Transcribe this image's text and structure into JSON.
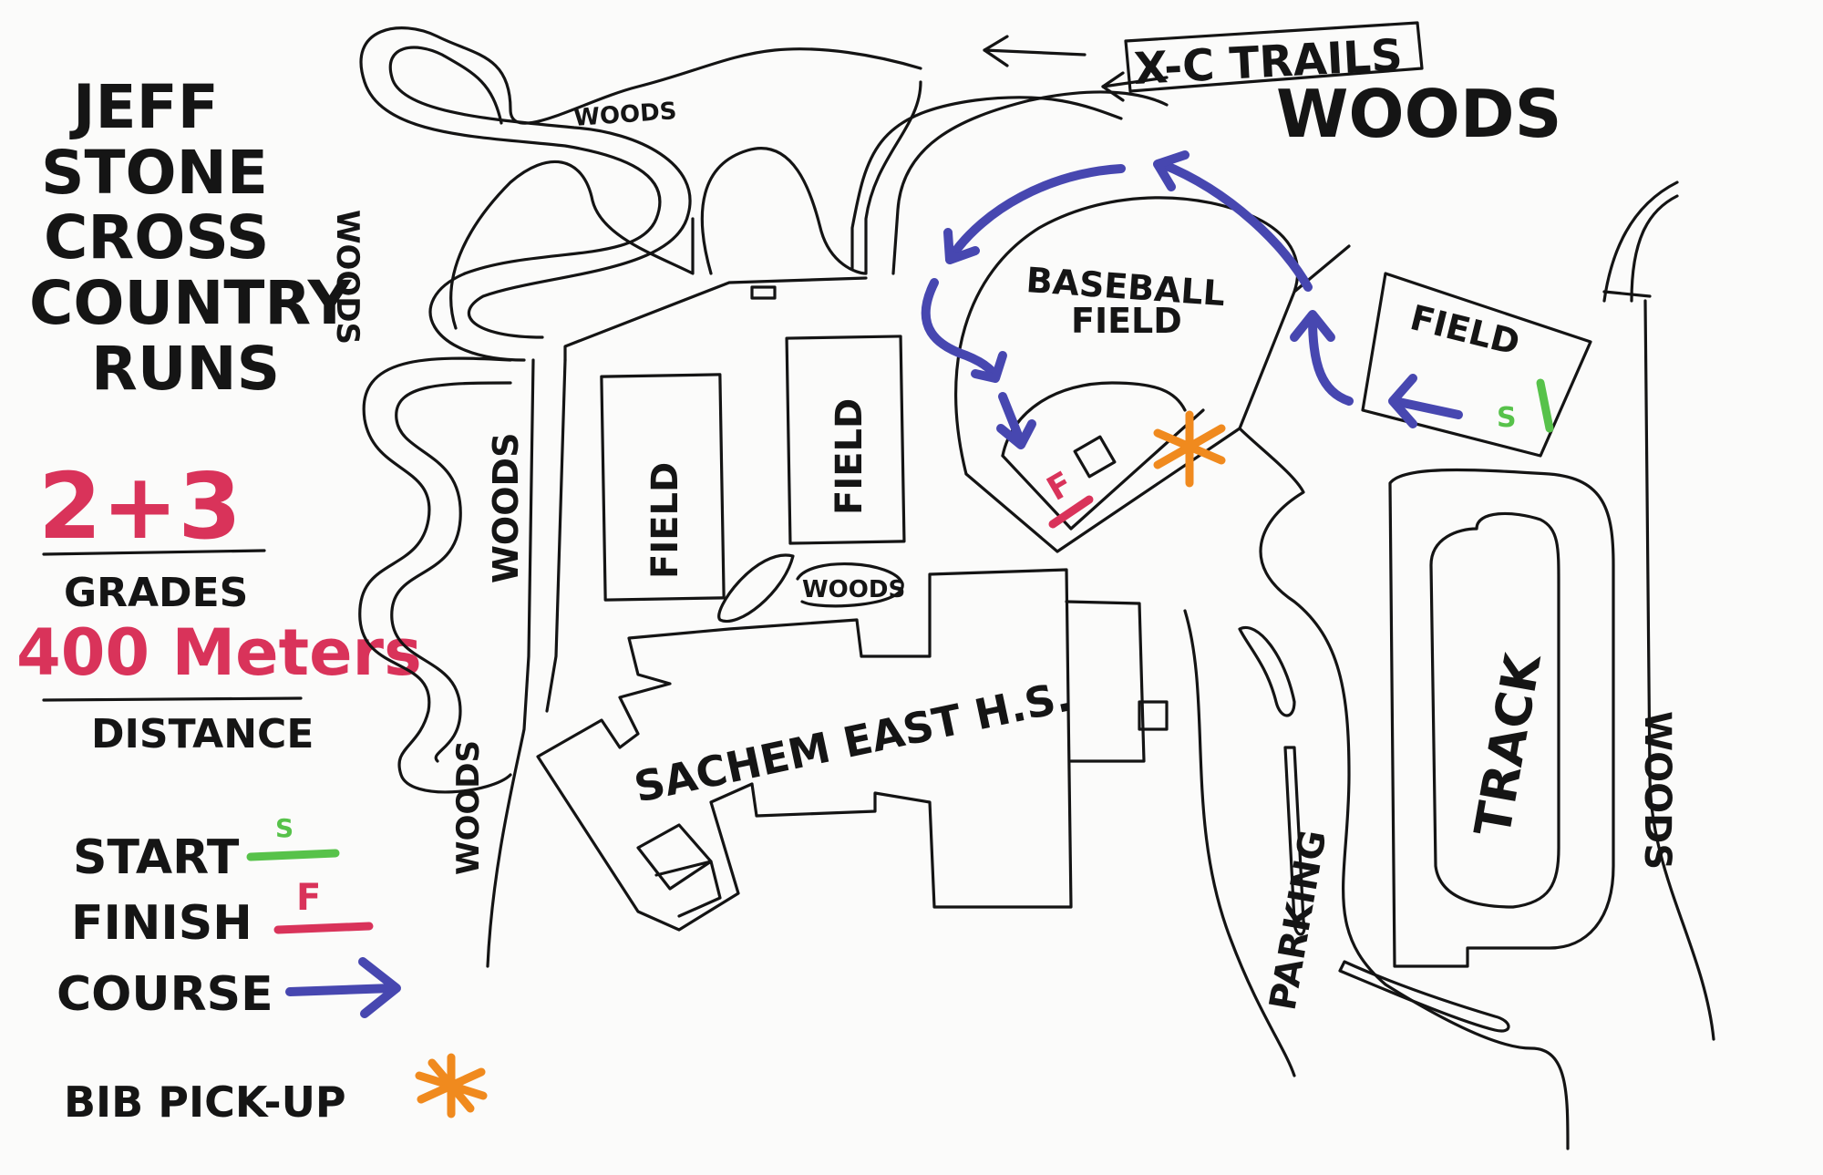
{
  "title": {
    "line1": "JEFF",
    "line2": "STONE",
    "line3": "CROSS",
    "line4": "COUNTRY",
    "line5": "RUNS"
  },
  "race": {
    "grades_value": "2+3",
    "grades_label": "GRADES",
    "distance_value": "400 Meters",
    "distance_label": "DISTANCE"
  },
  "legend": {
    "start": "START",
    "start_mark": "S",
    "finish": "FINISH",
    "finish_mark": "F",
    "course": "COURSE",
    "bib": "BIB PICK-UP"
  },
  "labels": {
    "xc_trails": "X-C TRAILS",
    "woods_big": "WOODS",
    "woods_top": "WOODS",
    "woods_left": "WOODS",
    "woods_mid": "WOODS",
    "woods_lower": "WOODS",
    "woods_small": "WOODS",
    "woods_right": "WOODS",
    "baseball_1": "BASEBALL",
    "baseball_2": "FIELD",
    "field_a": "FIELD",
    "field_b": "FIELD",
    "field_c": "FIELD",
    "school": "SACHEM EAST H.S.",
    "parking": "PARKING",
    "track": "TRACK",
    "start_on_map": "S",
    "finish_on_map": "F"
  },
  "colors": {
    "ink": "#141414",
    "course": "#4747b0",
    "finish": "#d9335a",
    "start": "#57c24a",
    "bib": "#f08a1e"
  },
  "icons": {
    "bib": "asterisk-icon",
    "course": "arrow-icon"
  }
}
